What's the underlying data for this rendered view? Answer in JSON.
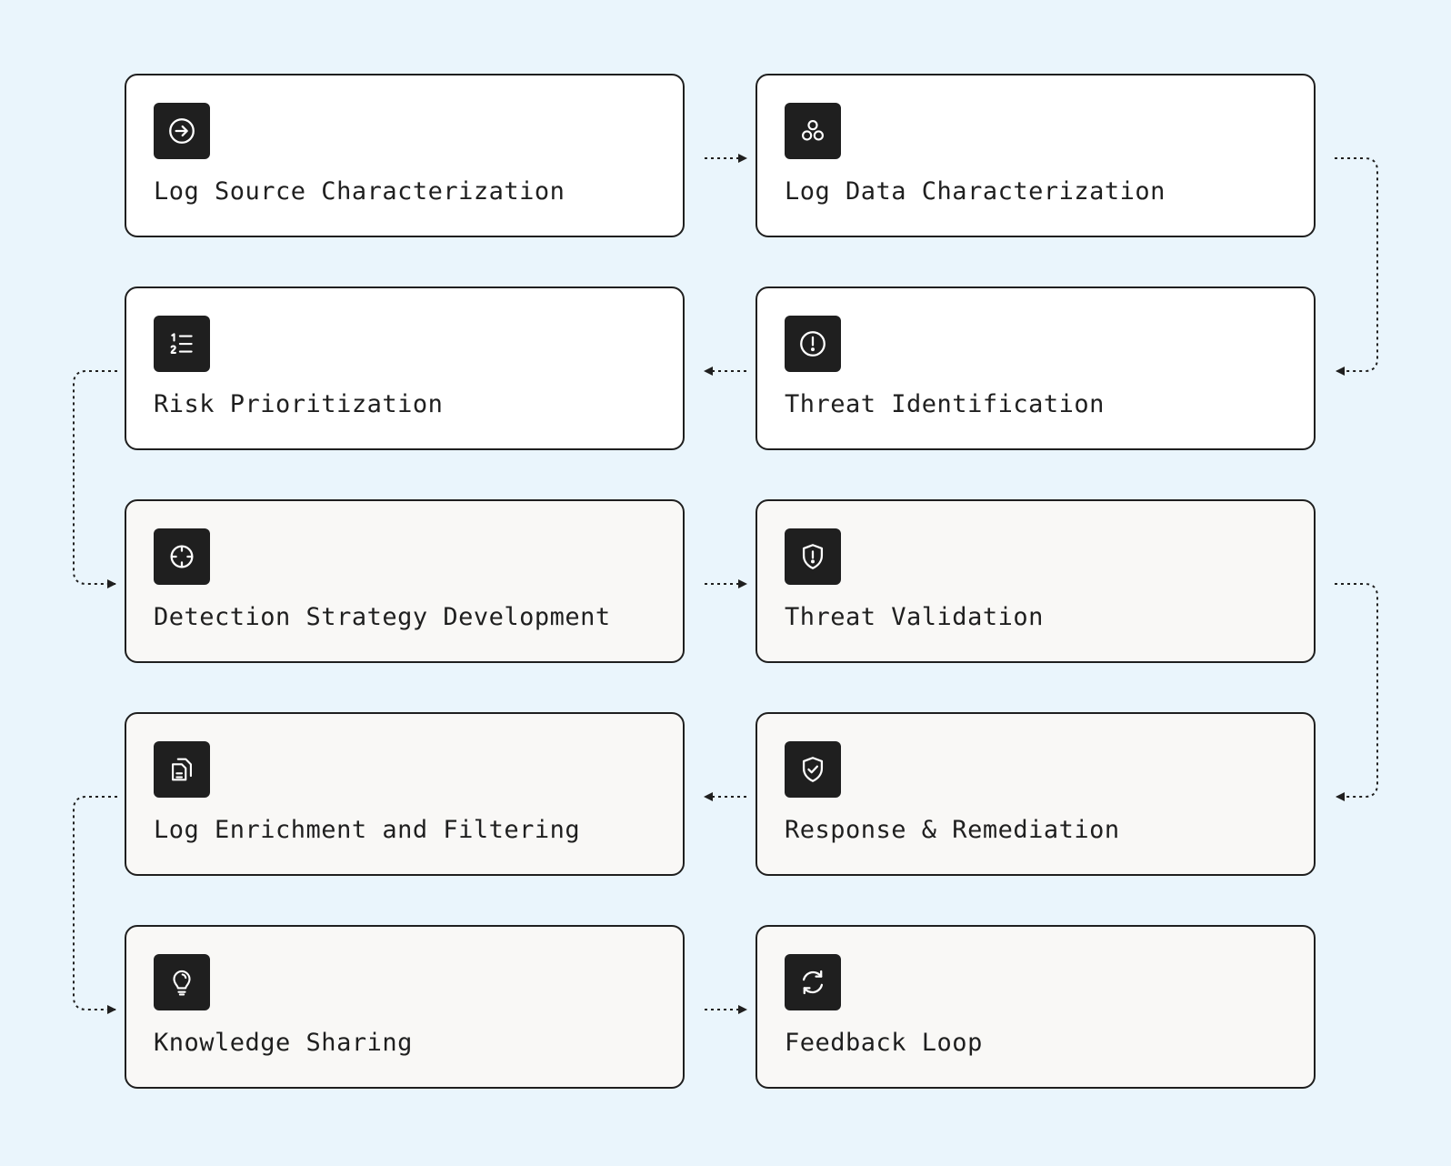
{
  "colors": {
    "background": "#eaf5fc",
    "card_border": "#1f1f1f",
    "icon_tile": "#1f1f1f",
    "text": "#1f1f1f",
    "card_fill_light": "#ffffff",
    "card_fill_muted": "#f9f8f6"
  },
  "steps": [
    {
      "label": "Log Source Characterization",
      "icon": "arrow-right-circle-icon"
    },
    {
      "label": "Log Data Characterization",
      "icon": "three-circles-icon"
    },
    {
      "label": "Threat Identification",
      "icon": "alert-circle-icon"
    },
    {
      "label": "Risk Prioritization",
      "icon": "numbered-list-icon"
    },
    {
      "label": "Detection Strategy Development",
      "icon": "crosshair-icon"
    },
    {
      "label": "Threat Validation",
      "icon": "shield-alert-icon"
    },
    {
      "label": "Response & Remediation",
      "icon": "shield-check-icon"
    },
    {
      "label": "Log Enrichment and Filtering",
      "icon": "documents-icon"
    },
    {
      "label": "Knowledge Sharing",
      "icon": "lightbulb-icon"
    },
    {
      "label": "Feedback Loop",
      "icon": "refresh-icon"
    }
  ]
}
